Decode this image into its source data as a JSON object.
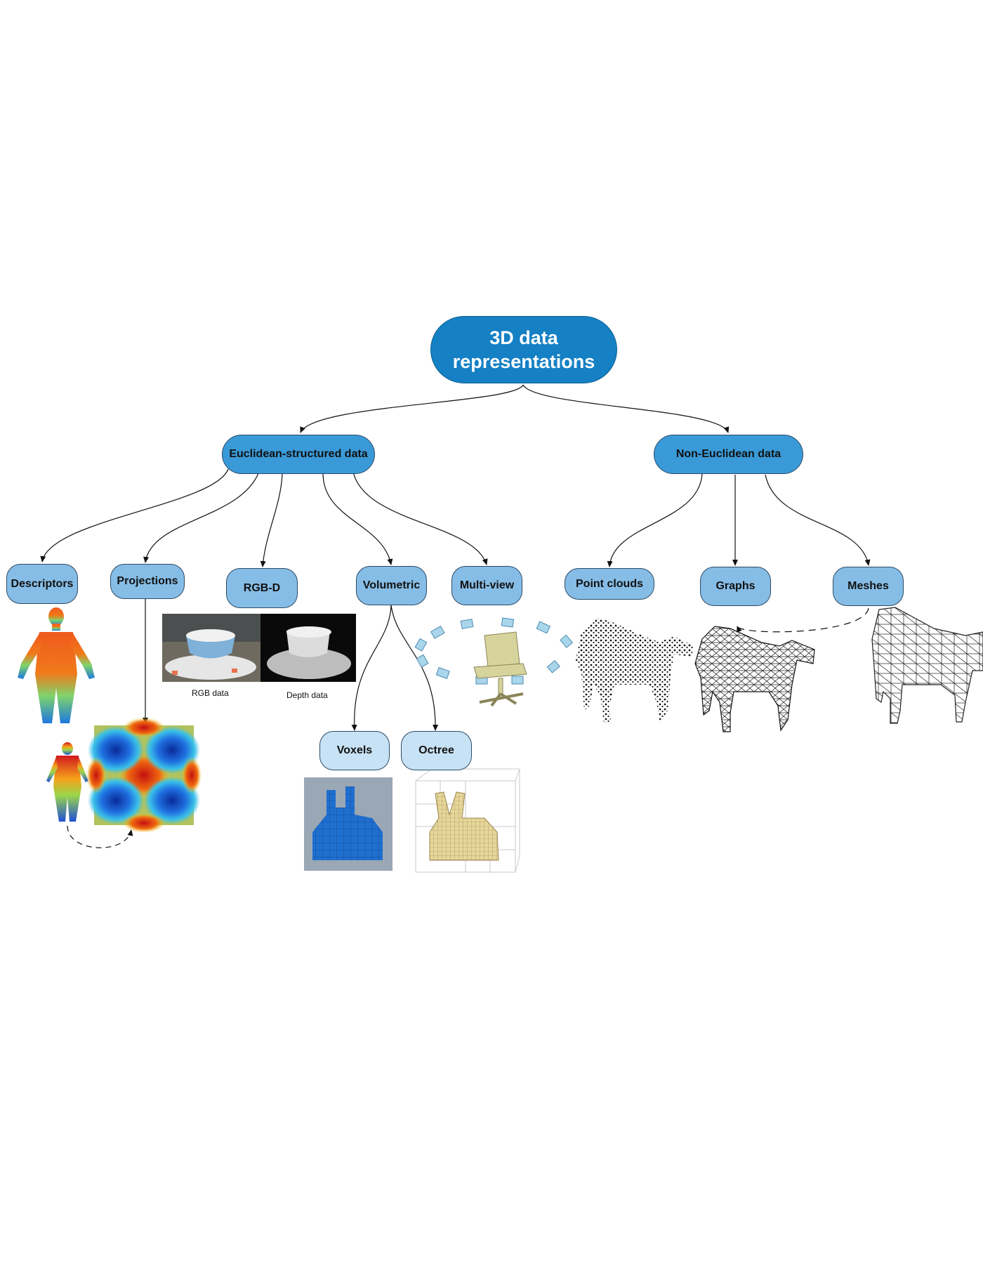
{
  "diagram": {
    "root": {
      "label": "3D data representations"
    },
    "euclidean": {
      "label": "Euclidean-structured data"
    },
    "non_euclidean": {
      "label": "Non-Euclidean data"
    },
    "descriptors": {
      "label": "Descriptors"
    },
    "projections": {
      "label": "Projections"
    },
    "rgbd": {
      "label": "RGB-D"
    },
    "volumetric": {
      "label": "Volumetric"
    },
    "multiview": {
      "label": "Multi-view"
    },
    "point_clouds": {
      "label": "Point clouds"
    },
    "graphs": {
      "label": "Graphs"
    },
    "meshes": {
      "label": "Meshes"
    },
    "voxels": {
      "label": "Voxels"
    },
    "octree": {
      "label": "Octree"
    }
  },
  "captions": {
    "rgb": "RGB data",
    "depth": "Depth data"
  },
  "colors": {
    "root_fill": "#1580c4",
    "level1_fill": "#3a9ad8",
    "level2_fill": "#86bde6",
    "level3_fill": "#c7e2f4",
    "edge": "#111111"
  }
}
